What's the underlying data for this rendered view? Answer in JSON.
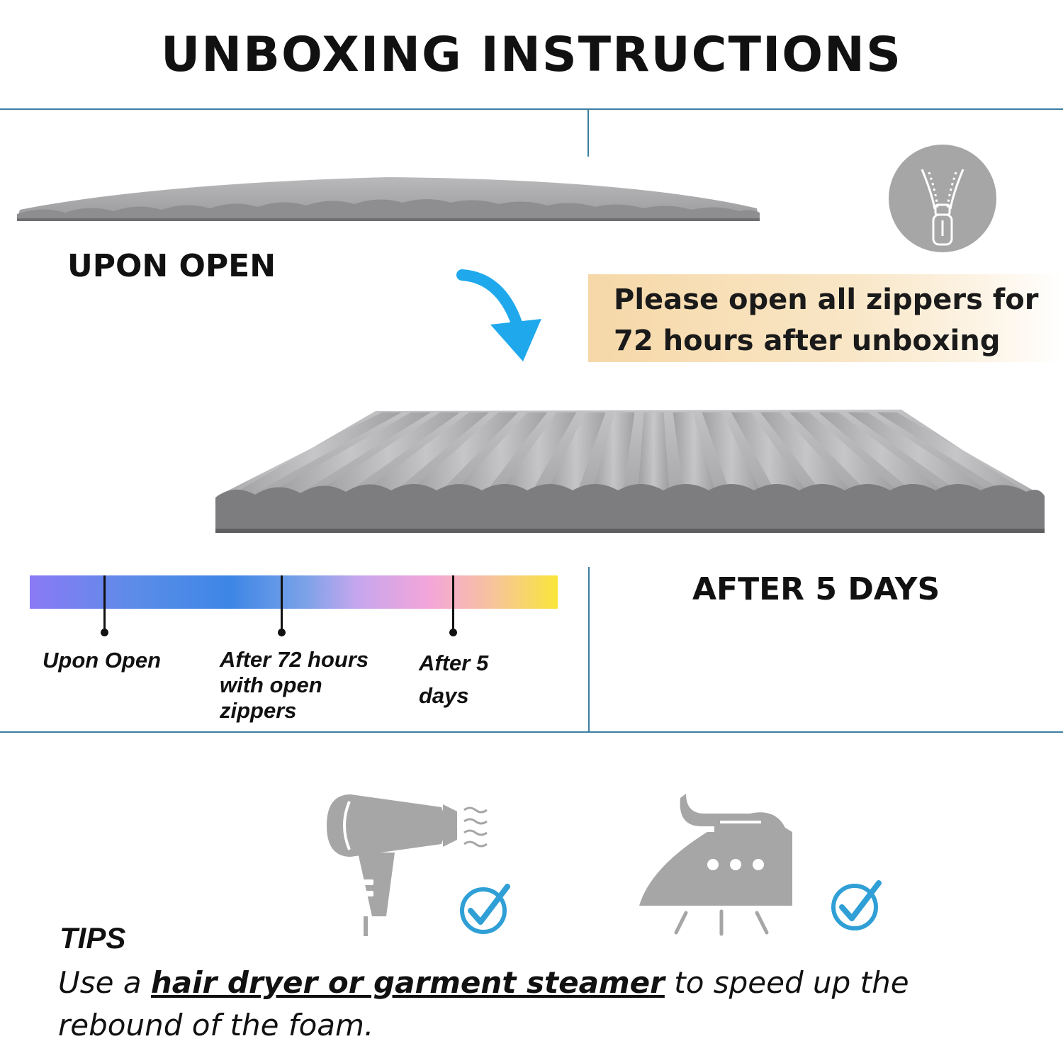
{
  "header": {
    "title": "UNBOXING INSTRUCTIONS"
  },
  "stages": {
    "upon_open_label": "UPON OPEN",
    "after_label": "AFTER 5 DAYS"
  },
  "note": {
    "line1": "Please open all zippers for",
    "line2": "72 hours after unboxing"
  },
  "timeline": {
    "labels": [
      [
        "Upon Open"
      ],
      [
        "After 72 hours",
        "with open",
        "zippers"
      ],
      [
        "After 5",
        "days"
      ]
    ]
  },
  "tips": {
    "title": "TIPS",
    "text_before": "Use a ",
    "text_emphasis": "hair dryer or garment steamer",
    "text_after": " to speed up the rebound of the foam."
  },
  "icons": {
    "zipper": "zipper-icon",
    "arrow": "curved-arrow-icon",
    "dryer": "hair-dryer-icon",
    "iron": "steam-iron-icon",
    "check": "checkmark-icon"
  },
  "colors": {
    "foam": "#a3a3a5",
    "foam_edge": "#7a7a7c",
    "accent_line": "#3b7ea1",
    "arrow": "#1fa9ec",
    "check": "#2f9fd6",
    "icon_gray": "#a6a6a6"
  }
}
